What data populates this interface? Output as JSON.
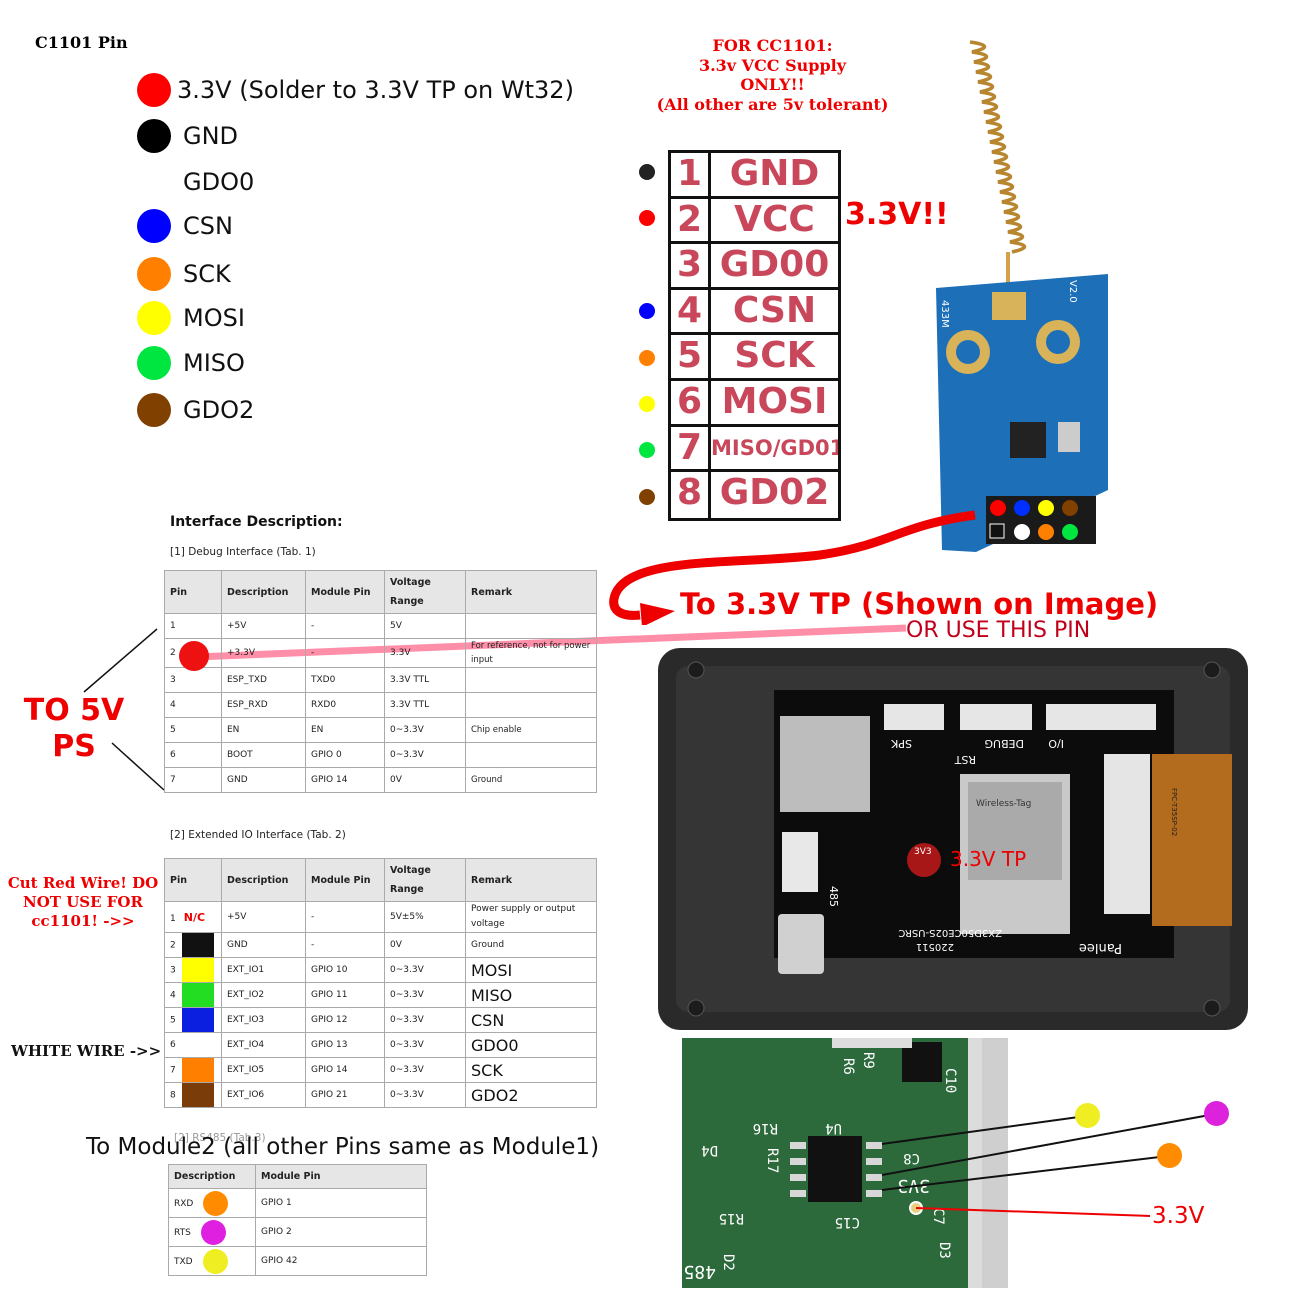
{
  "legend": {
    "title": "C1101 Pin",
    "items": [
      {
        "label": "3.3V (Solder to 3.3V TP on Wt32)",
        "color": "#ff0000"
      },
      {
        "label": "GND",
        "color": "#000000"
      },
      {
        "label": "GDO0",
        "color": "#ffffff"
      },
      {
        "label": "CSN",
        "color": "#0000ff"
      },
      {
        "label": "SCK",
        "color": "#ff8000"
      },
      {
        "label": "MOSI",
        "color": "#ffff00"
      },
      {
        "label": "MISO",
        "color": "#00e640"
      },
      {
        "label": "GDO2",
        "color": "#804000"
      }
    ]
  },
  "warning": {
    "line1": "FOR CC1101:",
    "line2": "3.3v VCC Supply",
    "line3": "ONLY!!",
    "line4": "(All other are 5v tolerant)"
  },
  "pin_table": {
    "vcc_note": "3.3V!!",
    "rows": [
      {
        "num": "1",
        "name": "GND",
        "dot": "#222222"
      },
      {
        "num": "2",
        "name": "VCC",
        "dot": "#ff0000"
      },
      {
        "num": "3",
        "name": "GD00",
        "dot": ""
      },
      {
        "num": "4",
        "name": "CSN",
        "dot": "#0000ff"
      },
      {
        "num": "5",
        "name": "SCK",
        "dot": "#ff8000"
      },
      {
        "num": "6",
        "name": "MOSI",
        "dot": "#ffff00"
      },
      {
        "num": "7",
        "name": "MISO/GD01",
        "dot": "#00e640"
      },
      {
        "num": "8",
        "name": "GD02",
        "dot": "#804000"
      }
    ]
  },
  "interface": {
    "heading": "Interface Description:",
    "tab1_caption": "[1] Debug Interface (Tab. 1)",
    "tab2_caption": "[2] Extended IO Interface (Tab. 2)",
    "tab3_caption": "[2] RS485 (Tab.3)",
    "headers": [
      "Pin",
      "Description",
      "Module Pin",
      "Voltage Range",
      "Remark"
    ],
    "tab1_rows": [
      [
        "1",
        "+5V",
        "-",
        "5V",
        ""
      ],
      [
        "2",
        "+3.3V",
        "-",
        "3.3V",
        "For reference, not for power input"
      ],
      [
        "3",
        "ESP_TXD",
        "TXD0",
        "3.3V TTL",
        ""
      ],
      [
        "4",
        "ESP_RXD",
        "RXD0",
        "3.3V TTL",
        ""
      ],
      [
        "5",
        "EN",
        "EN",
        "0~3.3V",
        "Chip enable"
      ],
      [
        "6",
        "BOOT",
        "GPIO 0",
        "0~3.3V",
        ""
      ],
      [
        "7",
        "GND",
        "GPIO 14",
        "0V",
        "Ground"
      ]
    ],
    "tab2_rows": [
      {
        "pin": "1",
        "note": "N/C",
        "swatch": "",
        "desc": "+5V",
        "mod": "-",
        "volt": "5V±5%",
        "remark": "Power supply or output voltage",
        "fn": ""
      },
      {
        "pin": "2",
        "note": "",
        "swatch": "#111111",
        "desc": "GND",
        "mod": "-",
        "volt": "0V",
        "remark": "Ground",
        "fn": ""
      },
      {
        "pin": "3",
        "note": "",
        "swatch": "#ffff00",
        "desc": "EXT_IO1",
        "mod": "GPIO 10",
        "volt": "0~3.3V",
        "remark": "",
        "fn": "MOSI"
      },
      {
        "pin": "4",
        "note": "",
        "swatch": "#22dd22",
        "desc": "EXT_IO2",
        "mod": "GPIO 11",
        "volt": "0~3.3V",
        "remark": "",
        "fn": "MISO"
      },
      {
        "pin": "5",
        "note": "",
        "swatch": "#0a1fe0",
        "desc": "EXT_IO3",
        "mod": "GPIO 12",
        "volt": "0~3.3V",
        "remark": "",
        "fn": "CSN"
      },
      {
        "pin": "6",
        "note": "",
        "swatch": "",
        "desc": "EXT_IO4",
        "mod": "GPIO 13",
        "volt": "0~3.3V",
        "remark": "",
        "fn": "GDO0"
      },
      {
        "pin": "7",
        "note": "",
        "swatch": "#ff7f00",
        "desc": "EXT_IO5",
        "mod": "GPIO 14",
        "volt": "0~3.3V",
        "remark": "",
        "fn": "SCK"
      },
      {
        "pin": "8",
        "note": "",
        "swatch": "#7a3d0a",
        "desc": "EXT_IO6",
        "mod": "GPIO 21",
        "volt": "0~3.3V",
        "remark": "",
        "fn": "GDO2"
      }
    ],
    "tab3_headers": [
      "Description",
      "Module Pin"
    ],
    "tab3_rows": [
      {
        "desc": "RXD",
        "mod": "GPIO 1",
        "color": "#ff8c00"
      },
      {
        "desc": "RTS",
        "mod": "GPIO 2",
        "color": "#e020e0"
      },
      {
        "desc": "TXD",
        "mod": "GPIO 42",
        "color": "#eeee22"
      }
    ]
  },
  "annotations": {
    "to_5v": "TO 5V PS",
    "cut_red": "Cut Red Wire! DO NOT USE FOR cc1101! ->>",
    "white_wire": "WHITE WIRE ->>",
    "module2": "To Module2 (all other Pins same as Module1)",
    "to_33_tp": "To 3.3V TP (Shown on Image)",
    "or_use_pin": "OR USE THIS PIN",
    "tp_label": "3.3V TP",
    "v33_label": "3.3V"
  },
  "board": {
    "module_silk": "433M",
    "module_ver": "V2.0",
    "labels": [
      "SPK",
      "DEBUG",
      "I/O",
      "RST",
      "485",
      "3V3",
      "Wireless-Tag",
      "ZX3D50CE02S-USRC",
      "Panlee",
      "220511",
      "FPC-T35SP-02"
    ]
  },
  "zoom": {
    "labels": [
      "R16",
      "R17",
      "R15",
      "C15",
      "C8",
      "3V3",
      "U4",
      "C10",
      "D4",
      "D2",
      "485",
      "R9",
      "C7",
      "D3",
      "R6"
    ]
  }
}
